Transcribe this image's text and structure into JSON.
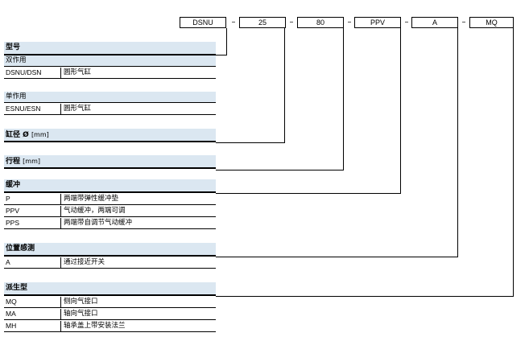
{
  "code": {
    "boxes": [
      "DSNU",
      "25",
      "80",
      "PPV",
      "A",
      "MQ"
    ],
    "separator": "–"
  },
  "sections": {
    "model": {
      "title": "型号",
      "group1": "双作用",
      "row1": {
        "code": "DSNU/DSN",
        "desc": "圆形气缸"
      },
      "group2": "单作用",
      "row2": {
        "code": "ESNU/ESN",
        "desc": "圆形气缸"
      }
    },
    "bore": {
      "title": "缸径 Ø",
      "unit": "[mm]"
    },
    "stroke": {
      "title": "行程",
      "unit": "[mm]"
    },
    "cushion": {
      "title": "缓冲",
      "rows": [
        {
          "code": "P",
          "desc": "两端带弹性缓冲垫"
        },
        {
          "code": "PPV",
          "desc": "气动缓冲，两端可调"
        },
        {
          "code": "PPS",
          "desc": "两端带自调节气动缓冲"
        }
      ]
    },
    "sensing": {
      "title": "位置感测",
      "rows": [
        {
          "code": "A",
          "desc": "通过接近开关"
        }
      ]
    },
    "variant": {
      "title": "派生型",
      "rows": [
        {
          "code": "MQ",
          "desc": "侧向气接口"
        },
        {
          "code": "MA",
          "desc": "轴向气接口"
        },
        {
          "code": "MH",
          "desc": "轴承盖上带安装法兰"
        }
      ]
    }
  },
  "colors": {
    "header_bg": "#dbe7f1",
    "line": "#000000"
  }
}
